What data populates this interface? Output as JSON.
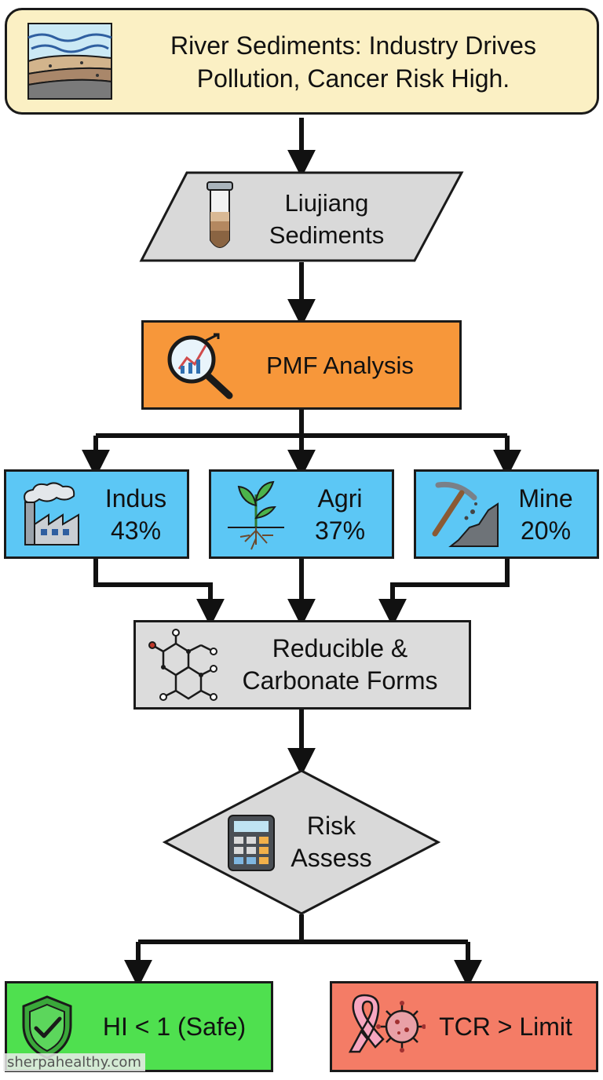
{
  "nodes": {
    "title": {
      "line1": "River Sediments: Industry Drives",
      "line2": "Pollution, Cancer Risk High."
    },
    "input": {
      "line1": "Liujiang",
      "line2": "Sediments"
    },
    "analysis": {
      "label": "PMF Analysis"
    },
    "sources": [
      {
        "name": "Indus",
        "share": "43%"
      },
      {
        "name": "Agri",
        "share": "37%"
      },
      {
        "name": "Mine",
        "share": "20%"
      }
    ],
    "forms": {
      "line1": "Reducible &",
      "line2": "Carbonate Forms"
    },
    "decision": {
      "line1": "Risk",
      "line2": "Assess"
    },
    "outcomes": {
      "safe": "HI < 1 (Safe)",
      "risk": "TCR > Limit"
    }
  },
  "watermark": "sherpahealthy.com",
  "icons": [
    "sediment-layers-icon",
    "test-tube-icon",
    "magnifier-chart-icon",
    "factory-icon",
    "plant-sprout-icon",
    "pickaxe-icon",
    "molecule-icon",
    "calculator-icon",
    "shield-check-icon",
    "ribbon-virus-icon"
  ],
  "colors": {
    "title_fill": "#fbf0c4",
    "input_fill": "#d9d9d9",
    "analysis_fill": "#f7973a",
    "source_fill": "#5cc7f5",
    "forms_fill": "#dcdcdc",
    "decision_fill": "#d9d9d9",
    "safe_fill": "#4fe04f",
    "risk_fill": "#f47c66"
  }
}
